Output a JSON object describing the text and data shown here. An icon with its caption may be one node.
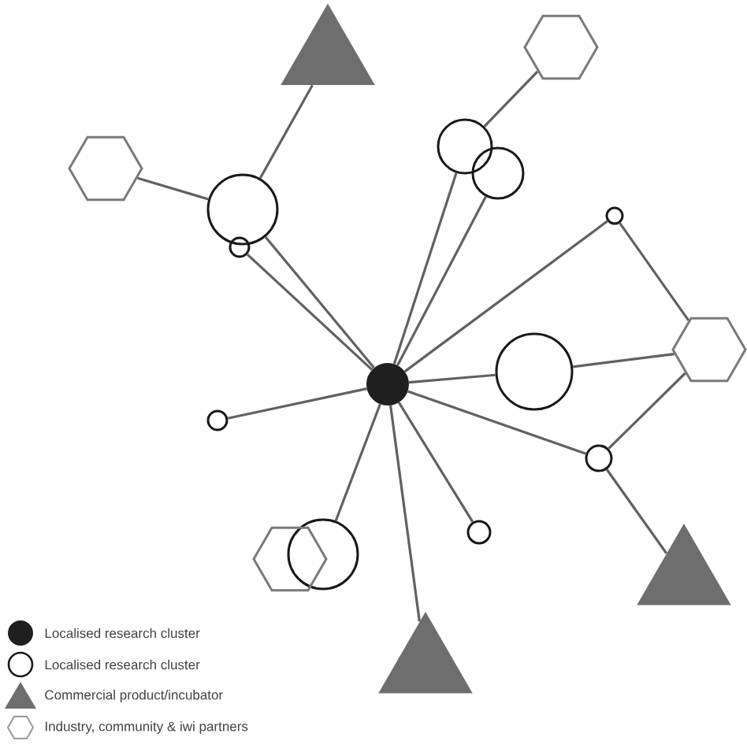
{
  "diagram": {
    "nodes": [
      {
        "text": [],
        "shape": "dot"
      },
      {
        "text": [],
        "shape": "circle"
      },
      {
        "text": [],
        "shape": "circle"
      },
      {
        "text": [],
        "shape": "circle"
      },
      {
        "text": [],
        "shape": "circle"
      },
      {
        "text": [],
        "shape": "circle"
      },
      {
        "text": [],
        "shape": "circle"
      },
      {
        "text": [],
        "shape": "circle"
      },
      {
        "text": [],
        "shape": "circle"
      },
      {
        "text": [],
        "shape": "circle"
      },
      {
        "text": [],
        "shape": "circle"
      },
      {
        "text": [],
        "shape": "triangle"
      },
      {
        "text": [],
        "shape": "triangle"
      },
      {
        "text": [],
        "shape": "triangle"
      },
      {
        "text": [],
        "shape": "hexagon"
      },
      {
        "text": [],
        "shape": "hexagon"
      },
      {
        "text": [],
        "shape": "hexagon"
      },
      {
        "text": [],
        "shape": "hexagon"
      }
    ],
    "edges": [
      {
        "from": 0,
        "to": 1,
        "arrow": "none"
      },
      {
        "from": 0,
        "to": 2,
        "arrow": "none"
      },
      {
        "from": 0,
        "to": 3,
        "arrow": "none"
      },
      {
        "from": 0,
        "to": 4,
        "arrow": "none"
      },
      {
        "from": 0,
        "to": 5,
        "arrow": "none"
      },
      {
        "from": 0,
        "to": 6,
        "arrow": "none"
      },
      {
        "from": 0,
        "to": 7,
        "arrow": "none"
      },
      {
        "from": 0,
        "to": 8,
        "arrow": "none"
      },
      {
        "from": 0,
        "to": 9,
        "arrow": "none"
      },
      {
        "from": 0,
        "to": 10,
        "arrow": "none"
      },
      {
        "from": 0,
        "to": 13,
        "arrow": "none"
      },
      {
        "from": 1,
        "to": 14,
        "arrow": "none"
      },
      {
        "from": 1,
        "to": 11,
        "arrow": "none"
      },
      {
        "from": 3,
        "to": 15,
        "arrow": "none"
      },
      {
        "from": 5,
        "to": 16,
        "arrow": "none"
      },
      {
        "from": 6,
        "to": 16,
        "arrow": "none"
      },
      {
        "from": 8,
        "to": 16,
        "arrow": "none"
      },
      {
        "from": 8,
        "to": 12,
        "arrow": "none"
      }
    ],
    "legend": [
      {
        "text": "Localised research cluster"
      },
      {
        "text": "Localised research cluster"
      },
      {
        "text": "Commercial product/incubator"
      },
      {
        "text": "Industry, community & iwi partners"
      }
    ]
  }
}
